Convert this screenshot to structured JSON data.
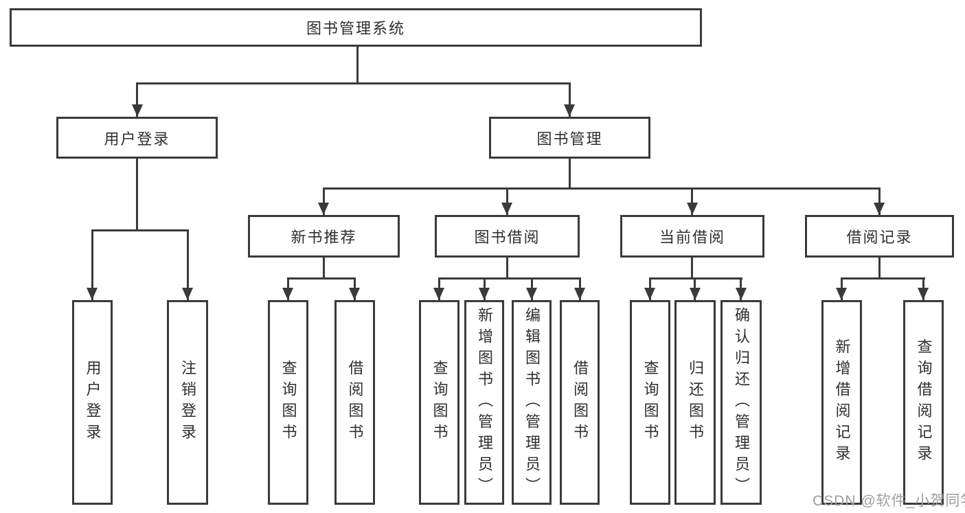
{
  "colors": {
    "line": "#3a3a3a",
    "text": "#2f2f2f",
    "watermark_color": "#9e9e9e",
    "background": "#ffffff"
  },
  "root": {
    "label": "图书管理系统"
  },
  "level2": [
    {
      "label": "用户登录"
    },
    {
      "label": "图书管理"
    }
  ],
  "level3": [
    {
      "label": "新书推荐",
      "parent": "图书管理"
    },
    {
      "label": "图书借阅",
      "parent": "图书管理"
    },
    {
      "label": "当前借阅",
      "parent": "图书管理"
    },
    {
      "label": "借阅记录",
      "parent": "图书管理"
    }
  ],
  "leaves": [
    {
      "label": "用户登录",
      "parent": "用户登录"
    },
    {
      "label": "注销登录",
      "parent": "用户登录"
    },
    {
      "label": "查询图书",
      "parent": "新书推荐"
    },
    {
      "label": "借阅图书",
      "parent": "新书推荐"
    },
    {
      "label": "查询图书",
      "parent": "图书借阅"
    },
    {
      "label": "新增图书（管理员）",
      "parent": "图书借阅"
    },
    {
      "label": "编辑图书（管理员）",
      "parent": "图书借阅"
    },
    {
      "label": "借阅图书",
      "parent": "图书借阅"
    },
    {
      "label": "查询图书",
      "parent": "当前借阅"
    },
    {
      "label": "归还图书",
      "parent": "当前借阅"
    },
    {
      "label": "确认归还（管理员）",
      "parent": "当前借阅"
    },
    {
      "label": "新增借阅记录",
      "parent": "借阅记录"
    },
    {
      "label": "查询借阅记录",
      "parent": "借阅记录"
    }
  ],
  "watermark": {
    "text": "CSDN @软件_小贺同学"
  }
}
